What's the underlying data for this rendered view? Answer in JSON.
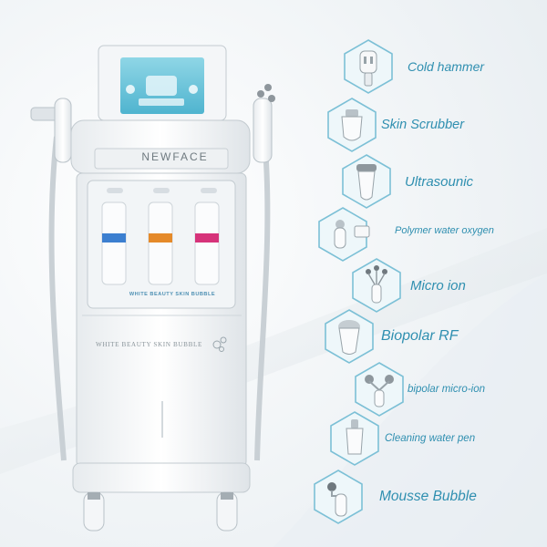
{
  "machine": {
    "brand": "NEWFACE",
    "cabinet_label": "WHITE BEAUTY SKIN BUBBLE",
    "window_label": "WHITE BEAUTY SKIN BUBBLE"
  },
  "features": [
    {
      "label": "Cold hammer",
      "icon": "cold-hammer-icon"
    },
    {
      "label": "Skin Scrubber",
      "icon": "skin-scrubber-icon"
    },
    {
      "label": "Ultrasounic",
      "icon": "ultrasonic-icon"
    },
    {
      "label": "Polymer water oxygen",
      "icon": "polymer-water-oxygen-icon"
    },
    {
      "label": "Micro ion",
      "icon": "micro-ion-icon"
    },
    {
      "label": "Biopolar RF",
      "icon": "bipolar-rf-icon"
    },
    {
      "label": "bipolar micro-ion",
      "icon": "bipolar-micro-ion-icon"
    },
    {
      "label": "Cleaning water pen",
      "icon": "cleaning-water-pen-icon"
    },
    {
      "label": "Mousse Bubble",
      "icon": "mousse-bubble-icon"
    }
  ],
  "colors": {
    "accent": "#2f8fb0",
    "bottle_blue": "#3c7fd0",
    "bottle_orange": "#e58a2a",
    "bottle_pink": "#d6337a"
  }
}
